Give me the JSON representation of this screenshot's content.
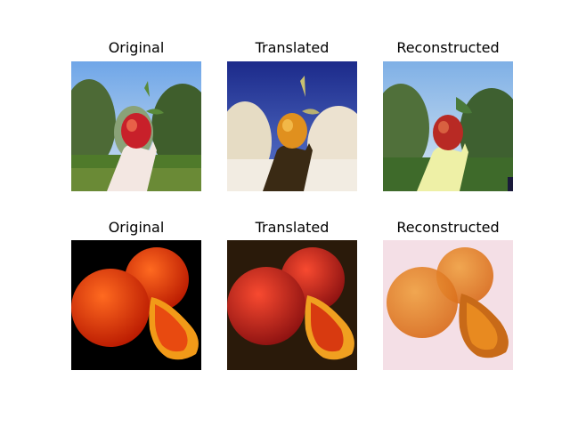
{
  "rows": [
    {
      "panels": [
        {
          "title": "Original",
          "scene": "apple-in-hand-orchard"
        },
        {
          "title": "Translated",
          "scene": "orange-toned-apple-orchard"
        },
        {
          "title": "Reconstructed",
          "scene": "apple-in-hand-orchard-blurred"
        }
      ]
    },
    {
      "panels": [
        {
          "title": "Original",
          "scene": "oranges-on-black"
        },
        {
          "title": "Translated",
          "scene": "red-oranges-on-dark"
        },
        {
          "title": "Reconstructed",
          "scene": "pale-oranges-on-white"
        }
      ]
    }
  ],
  "colors": {
    "sky": "#7fb0e6",
    "deep_sky": "#2a3c9a",
    "apple_red": "#c8202a",
    "orange": "#e85a10",
    "dark_bg": "#000000",
    "pale_bg": "#f4dfe6"
  }
}
